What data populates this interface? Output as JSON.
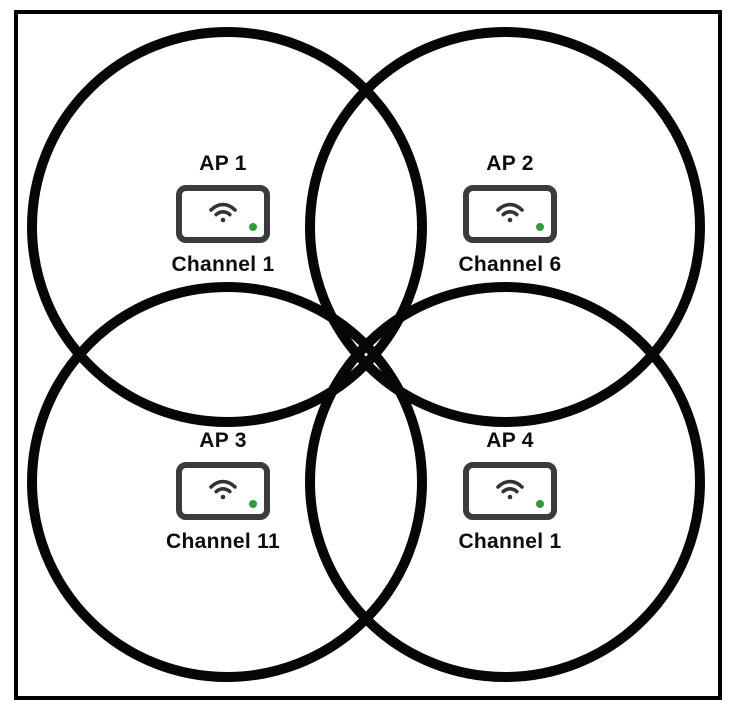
{
  "diagram": {
    "description": "wifi-access-point-coverage-diagram",
    "background_color": "#ffffff",
    "frame_color": "#000000",
    "coverage_circle_color": "#060606",
    "device": {
      "outline_color": "#3b3b3b",
      "wifi_glyph_color": "#333333",
      "status_led_color": "#2f9e37"
    }
  },
  "aps": [
    {
      "name": "AP 1",
      "channel_label": "Channel 1",
      "position": "top-left"
    },
    {
      "name": "AP 2",
      "channel_label": "Channel 6",
      "position": "top-right"
    },
    {
      "name": "AP 3",
      "channel_label": "Channel 11",
      "position": "bottom-left"
    },
    {
      "name": "AP 4",
      "channel_label": "Channel 1",
      "position": "bottom-right"
    }
  ]
}
